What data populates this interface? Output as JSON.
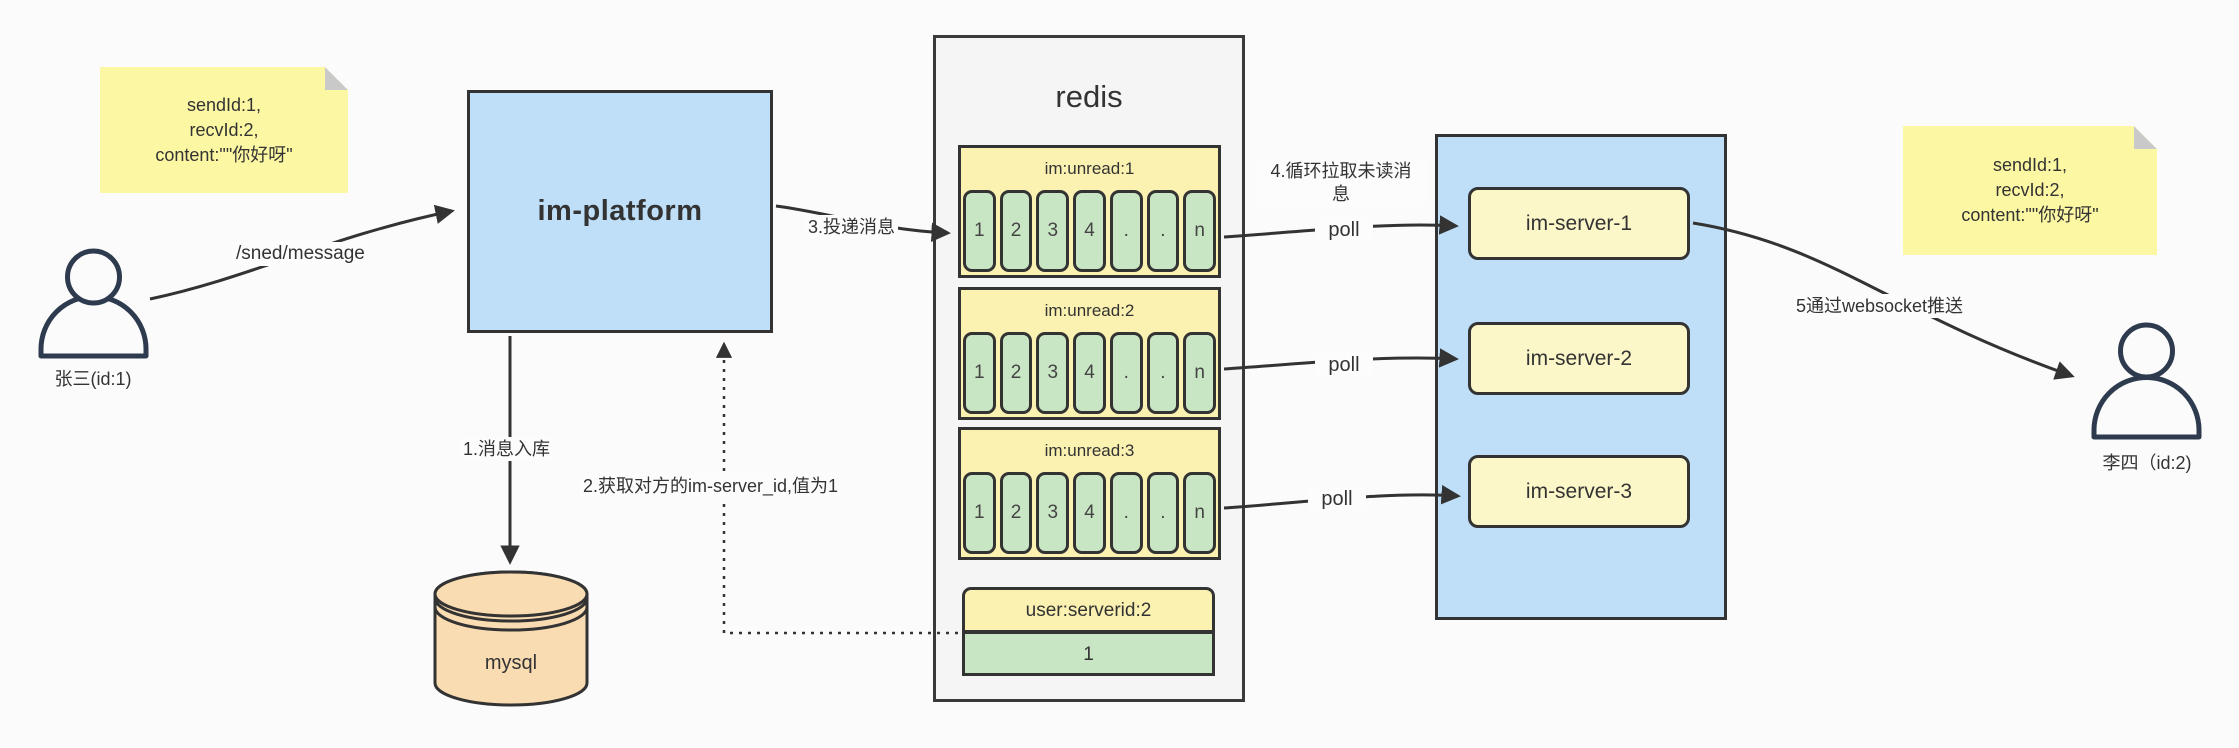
{
  "notes": {
    "left": {
      "lines": [
        "sendId:1,",
        "recvId:2,",
        "content:\"\"你好呀\""
      ]
    },
    "right": {
      "lines": [
        "sendId:1,",
        "recvId:2,",
        "content:\"\"你好呀\""
      ]
    }
  },
  "actors": {
    "sender": {
      "label": "张三(id:1)"
    },
    "receiver": {
      "label": "李四（id:2)"
    }
  },
  "nodes": {
    "im_platform": {
      "label": "im-platform"
    },
    "mysql": {
      "label": "mysql"
    },
    "redis": {
      "title": "redis",
      "lists": [
        {
          "title": "im:unread:1",
          "cells": [
            "1",
            "2",
            "3",
            "4",
            ".",
            ".",
            "n"
          ]
        },
        {
          "title": "im:unread:2",
          "cells": [
            "1",
            "2",
            "3",
            "4",
            ".",
            ".",
            "n"
          ]
        },
        {
          "title": "im:unread:3",
          "cells": [
            "1",
            "2",
            "3",
            "4",
            ".",
            ".",
            "n"
          ]
        }
      ],
      "kv": {
        "title": "user:serverid:2",
        "value": "1"
      }
    },
    "servers": [
      {
        "label": "im-server-1"
      },
      {
        "label": "im-server-2"
      },
      {
        "label": "im-server-3"
      }
    ]
  },
  "edges": {
    "send": "/sned/message",
    "store": "1.消息入库",
    "get_server_id": "2.获取对方的im-server_id,值为1",
    "deliver": "3.投递消息",
    "poll_loop_lines": [
      "4.循环拉取未读消",
      "息"
    ],
    "poll": "poll",
    "push": "5通过websocket推送"
  },
  "colors": {
    "background": "#fbfbfb",
    "note_yellow": "#fcf7a3",
    "note_fold_gray": "#c9c9c9",
    "node_blue": "#bedff7",
    "server_yellow": "#fbf7c8",
    "list_header_yellow": "#fbf2b1",
    "cell_green": "#c9e6c4",
    "redis_gray": "#f5f5f6",
    "mysql_orange": "#fadcb2",
    "stroke_dark": "#333333",
    "person_navy": "#2e3b4e"
  }
}
